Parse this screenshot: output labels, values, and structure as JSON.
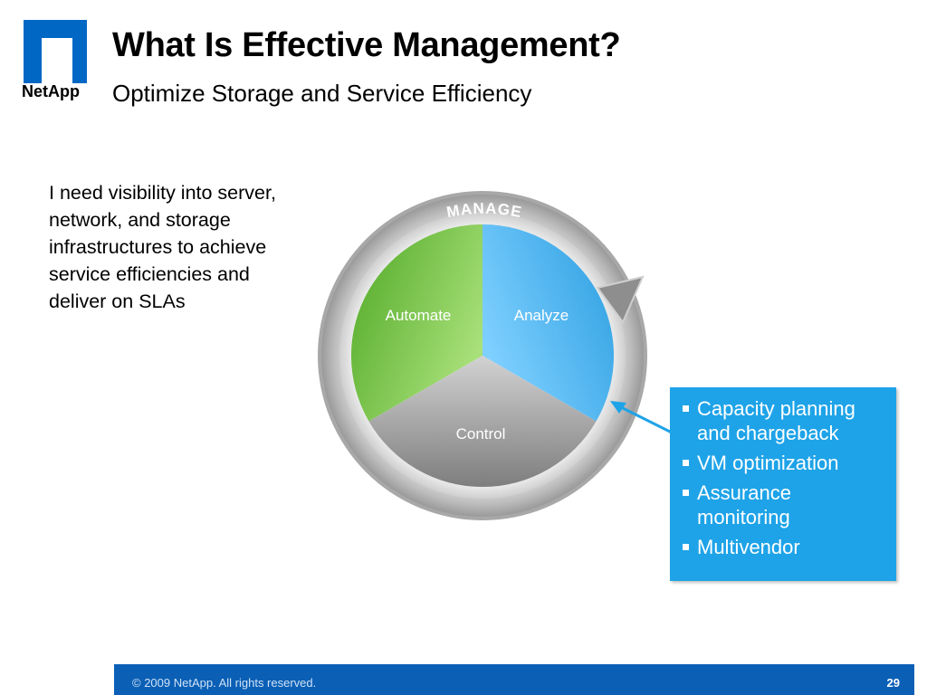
{
  "brand": {
    "logo_text": "NetApp",
    "blue": "#0067c5"
  },
  "slide": {
    "title": "What Is Effective Management?",
    "subtitle": "Optimize Storage and Service Efficiency"
  },
  "quote": {
    "lines": [
      "I need visibility into server,",
      "network, and storage",
      "infrastructures to achieve",
      "service efficiencies and",
      "deliver on SLAs"
    ]
  },
  "cycle": {
    "ring_label": "MANAGE",
    "segments": [
      {
        "label": "Automate",
        "color": "#6cc039"
      },
      {
        "label": "Analyze",
        "color": "#3fb2ee"
      },
      {
        "label": "Control",
        "color": "#9d9d9d"
      }
    ]
  },
  "callout": {
    "color": "#1ea3e8",
    "items": [
      "Capacity planning and chargeback",
      "VM optimization",
      "Assurance monitoring",
      "Multivendor"
    ]
  },
  "footer": {
    "copyright": "© 2009 NetApp. All rights reserved.",
    "page": "29"
  }
}
